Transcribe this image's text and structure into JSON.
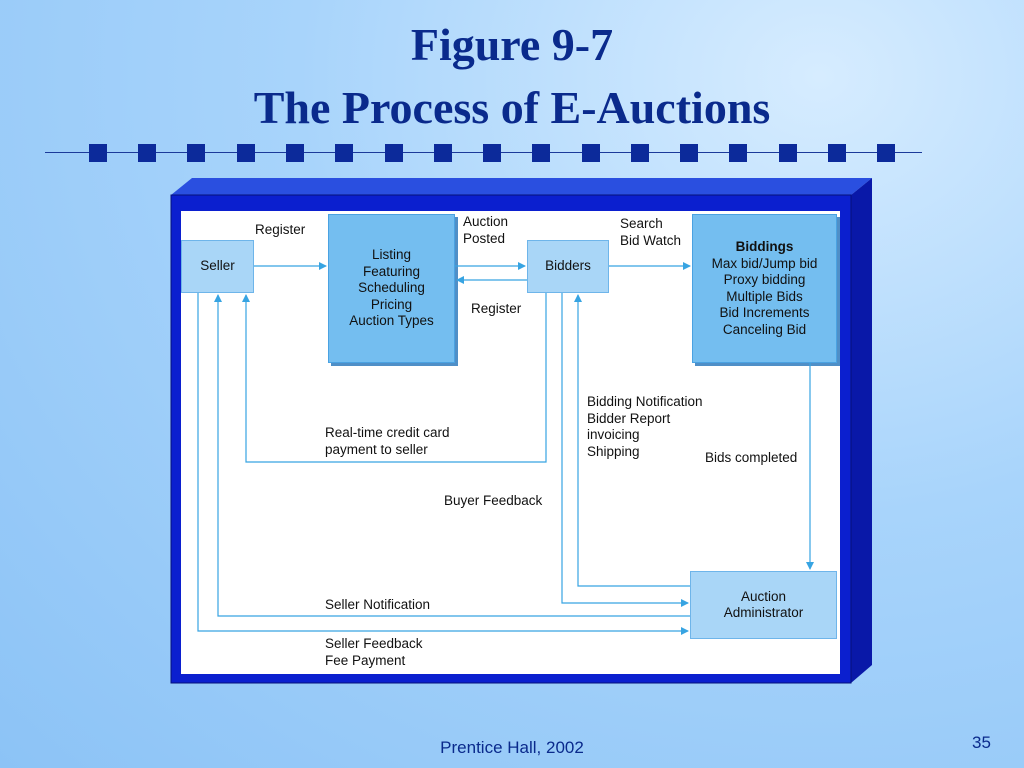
{
  "slide": {
    "title_line1": "Figure 9-7",
    "title_line2": "The Process of E-Auctions",
    "footer": "Prentice Hall, 2002",
    "page_number": "35"
  },
  "colors": {
    "title": "#0a2a8c",
    "frame_blue": "#0b1fcf",
    "box_light": "#a9d6f7",
    "box_dark": "#74bef0",
    "arrow": "#37a4e2"
  },
  "diagram": {
    "seller": "Seller",
    "listing_box": [
      "Listing",
      "Featuring",
      "Scheduling",
      "Pricing",
      "Auction Types"
    ],
    "bidders": "Bidders",
    "biddings_box": {
      "heading": "Biddings",
      "items": [
        "Max bid/Jump bid",
        "Proxy bidding",
        "Multiple Bids",
        "Bid Increments",
        "Canceling Bid"
      ]
    },
    "admin_box": [
      "Auction",
      "Administrator"
    ],
    "labels": {
      "register_seller": "Register",
      "auction_posted": [
        "Auction",
        "Posted"
      ],
      "register_bidder": "Register",
      "search_bid_watch": [
        "Search",
        "Bid Watch"
      ],
      "payment_to_seller": [
        "Real-time credit card",
        "payment to seller"
      ],
      "bidding_notification": [
        "Bidding Notification",
        "Bidder Report",
        "invoicing",
        "Shipping"
      ],
      "bids_completed": "Bids completed",
      "buyer_feedback": "Buyer Feedback",
      "seller_notification": "Seller Notification",
      "seller_feedback": [
        "Seller Feedback",
        "Fee Payment"
      ]
    }
  }
}
